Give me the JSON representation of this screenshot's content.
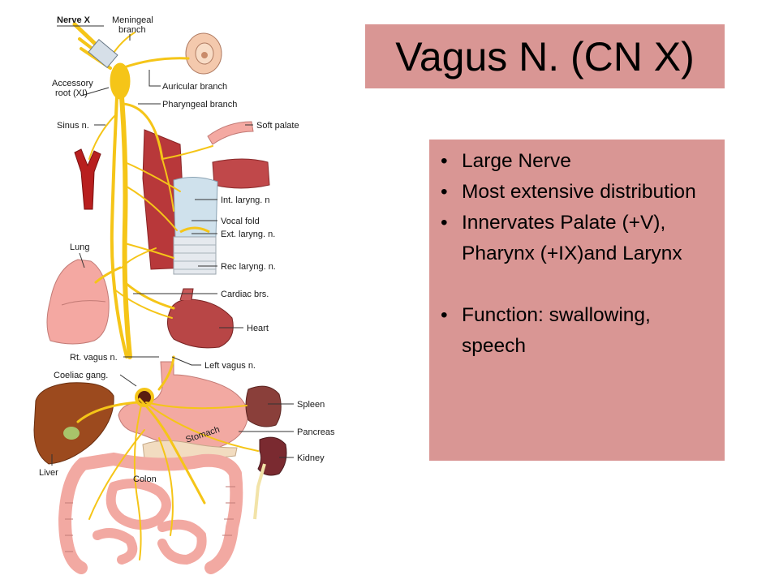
{
  "slide": {
    "title": "Vagus N. (CN X)",
    "bullets": [
      "Large Nerve",
      "Most extensive distribution",
      "Innervates Palate (+V), Pharynx (+IX)and Larynx",
      "Function: swallowing, speech"
    ]
  },
  "diagram": {
    "labels": {
      "nerve_x": "Nerve X",
      "meningeal_1": "Meningeal",
      "meningeal_2": "branch",
      "accessory_1": "Accessory",
      "accessory_2": "root (XI)",
      "auricular": "Auricular branch",
      "pharyngeal": "Pharyngeal branch",
      "sinus": "Sinus n.",
      "soft_palate": "Soft palate",
      "int_laryng": "Int. laryng. n",
      "vocal_fold": "Vocal fold",
      "ext_laryng": "Ext. laryng. n.",
      "lung": "Lung",
      "rec_laryng": "Rec laryng. n.",
      "cardiac": "Cardiac brs.",
      "heart": "Heart",
      "rt_vagus": "Rt. vagus n.",
      "left_vagus": "Left vagus n.",
      "coeliac": "Coeliac gang.",
      "spleen": "Spleen",
      "stomach": "Stomach",
      "pancreas": "Pancreas",
      "kidney": "Kidney",
      "liver": "Liver",
      "colon": "Colon"
    }
  },
  "colors": {
    "box": "#d99694",
    "nerve": "#f5c518",
    "tissue_pink": "#f2a9a2",
    "muscle_red": "#b8383a",
    "heart": "#b84646",
    "liver": "#9c4a1e",
    "spleen": "#8a3f3a",
    "kidney": "#7a2a30"
  }
}
